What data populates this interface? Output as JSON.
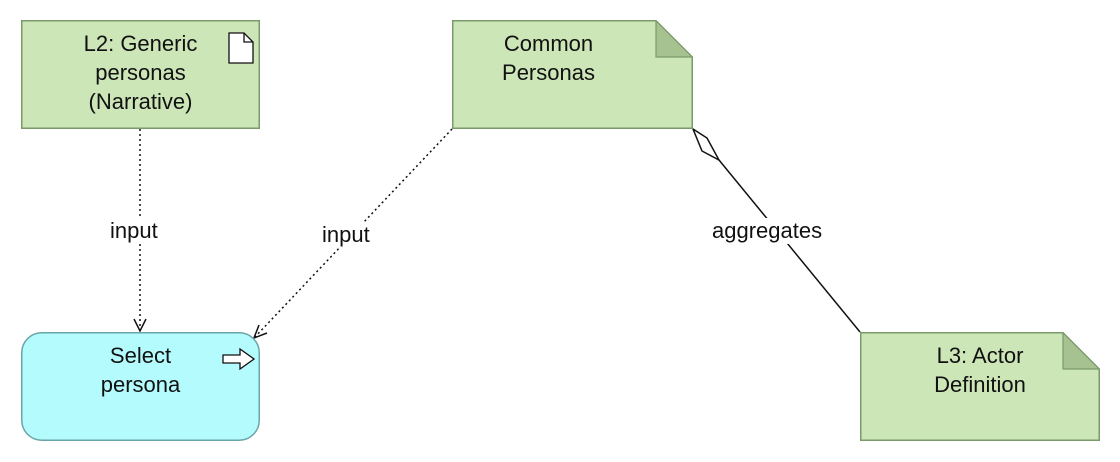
{
  "diagram": {
    "nodes": {
      "l2_generic": {
        "label": "L2: Generic\npersonas\n(Narrative)",
        "kind": "artifact",
        "fill": "#cce6b8",
        "stroke": "#7a9a6a"
      },
      "common_personas": {
        "label": "Common\nPersonas",
        "kind": "representation",
        "fill": "#cce6b8",
        "stroke": "#7a9a6a"
      },
      "select_persona": {
        "label": "Select\npersona",
        "kind": "process",
        "fill": "#b3fbfd",
        "stroke": "#6aa5a8"
      },
      "l3_actor": {
        "label": "L3: Actor\nDefinition",
        "kind": "representation",
        "fill": "#cce6b8",
        "stroke": "#7a9a6a"
      }
    },
    "edges": [
      {
        "from": "l2_generic",
        "to": "select_persona",
        "label": "input",
        "style": "dotted-arrow"
      },
      {
        "from": "common_personas",
        "to": "select_persona",
        "label": "input",
        "style": "dotted-arrow"
      },
      {
        "from": "common_personas",
        "to": "l3_actor",
        "label": "aggregates",
        "style": "aggregation"
      }
    ],
    "icons": {
      "artifact": "document-icon",
      "process": "process-arrow-icon"
    }
  }
}
